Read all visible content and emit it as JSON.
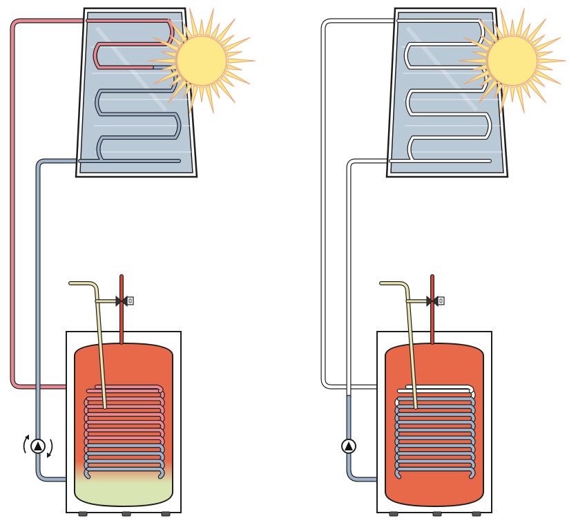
{
  "colors": {
    "hot_pipe": "#e88a93",
    "cold_pipe": "#9fb3cd",
    "drained_pipe": "#ffffff",
    "tank_water": "#e8694a",
    "cool_water": "#d9e6b4",
    "panel_glass": "#b9c9d6",
    "panel_frame": "#1d1d1d",
    "sun": "#fde98a",
    "sun_rays": "#f0a572",
    "feed_pipe": "#ece4b2",
    "hot_outlet": "#d94a3a",
    "housing": "#ffffff",
    "outline": "#1d1d1d"
  },
  "diagrams": [
    {
      "state": "operating",
      "collector_fluid": "hot",
      "pump_running": true,
      "tank_bottom_cool": true
    },
    {
      "state": "drained",
      "collector_fluid": "empty",
      "pump_running": false,
      "tank_bottom_cool": false
    }
  ],
  "icons": [
    "sun-icon",
    "pump-icon",
    "rotation-arrows-icon",
    "valve-icon",
    "sensor-icon"
  ]
}
